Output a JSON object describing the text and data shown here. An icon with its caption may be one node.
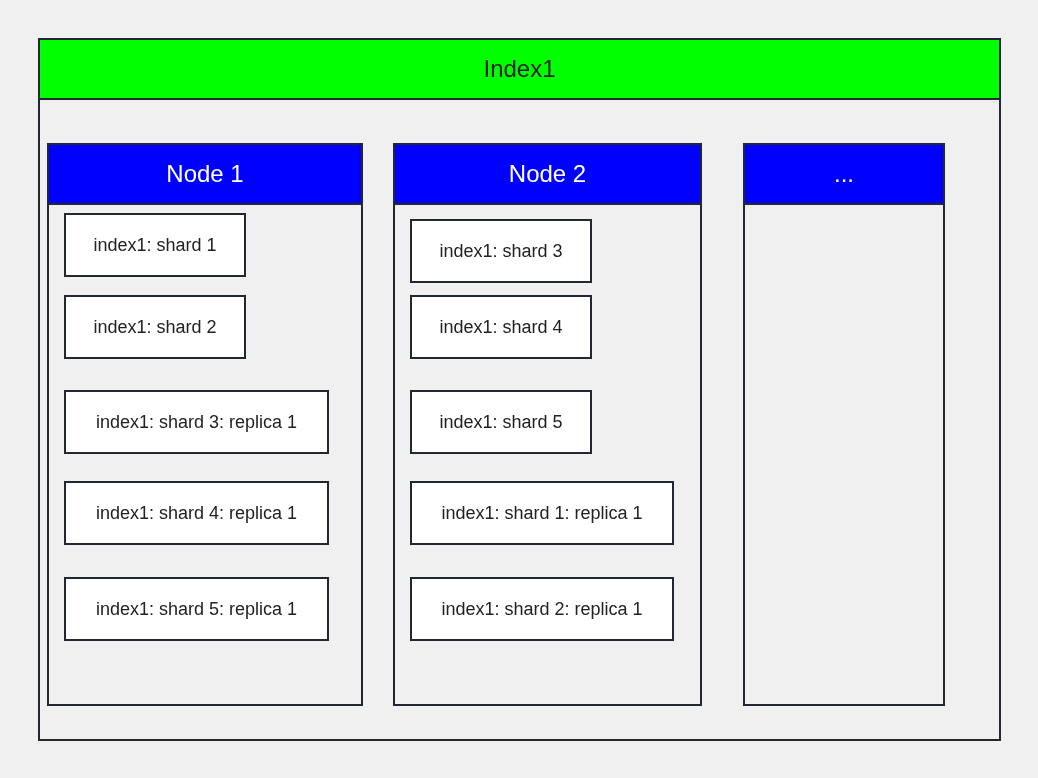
{
  "diagram": {
    "nodes": [
      {
        "text": [
          "Index1"
        ]
      },
      {
        "text": [
          "Node 1"
        ],
        "in": 0
      },
      {
        "text": [
          "index1: shard 1"
        ],
        "in": 1
      },
      {
        "text": [
          "index1: shard 2"
        ],
        "in": 1
      },
      {
        "text": [
          "index1: shard 3: replica 1"
        ],
        "in": 1
      },
      {
        "text": [
          "index1: shard 4: replica 1"
        ],
        "in": 1
      },
      {
        "text": [
          "index1: shard 5: replica 1"
        ],
        "in": 1
      },
      {
        "text": [
          "Node 2"
        ],
        "in": 0
      },
      {
        "text": [
          "index1: shard 3"
        ],
        "in": 7
      },
      {
        "text": [
          "index1: shard 4"
        ],
        "in": 7
      },
      {
        "text": [
          "index1: shard 5"
        ],
        "in": 7
      },
      {
        "text": [
          "index1: shard 1: replica 1"
        ],
        "in": 7
      },
      {
        "text": [
          "index1: shard 2: replica 1"
        ],
        "in": 7
      },
      {
        "text": [
          "..."
        ],
        "in": 0
      }
    ]
  }
}
